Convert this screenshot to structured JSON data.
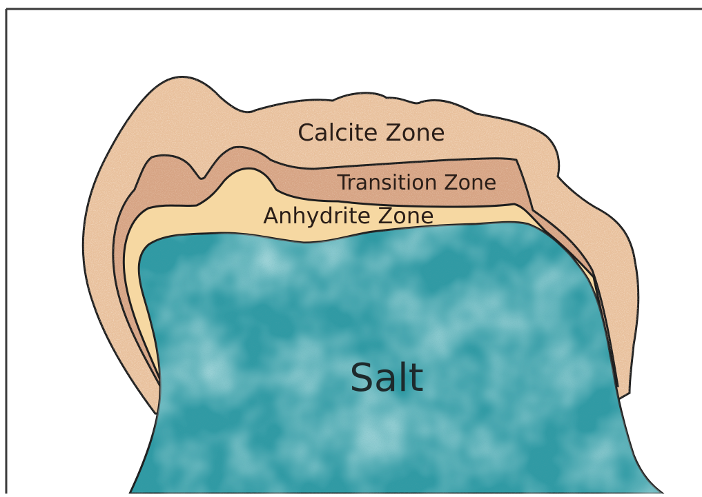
{
  "diagram": {
    "labels": {
      "calcite": "Calcite Zone",
      "transition": "Transition Zone",
      "anhydrite": "Anhydrite Zone",
      "salt": "Salt"
    },
    "colors": {
      "calcite_fill": "#e8c09c",
      "calcite_speckle": "#f5dcc2",
      "transition_fill": "#d6a383",
      "anhydrite_fill": "#f6d8a2",
      "salt_fill": "#2f9aa4",
      "salt_light": "#8fcfd0",
      "outline": "#1e1e1e",
      "frame": "#3a3a3a",
      "text": "#2a1e18"
    }
  }
}
